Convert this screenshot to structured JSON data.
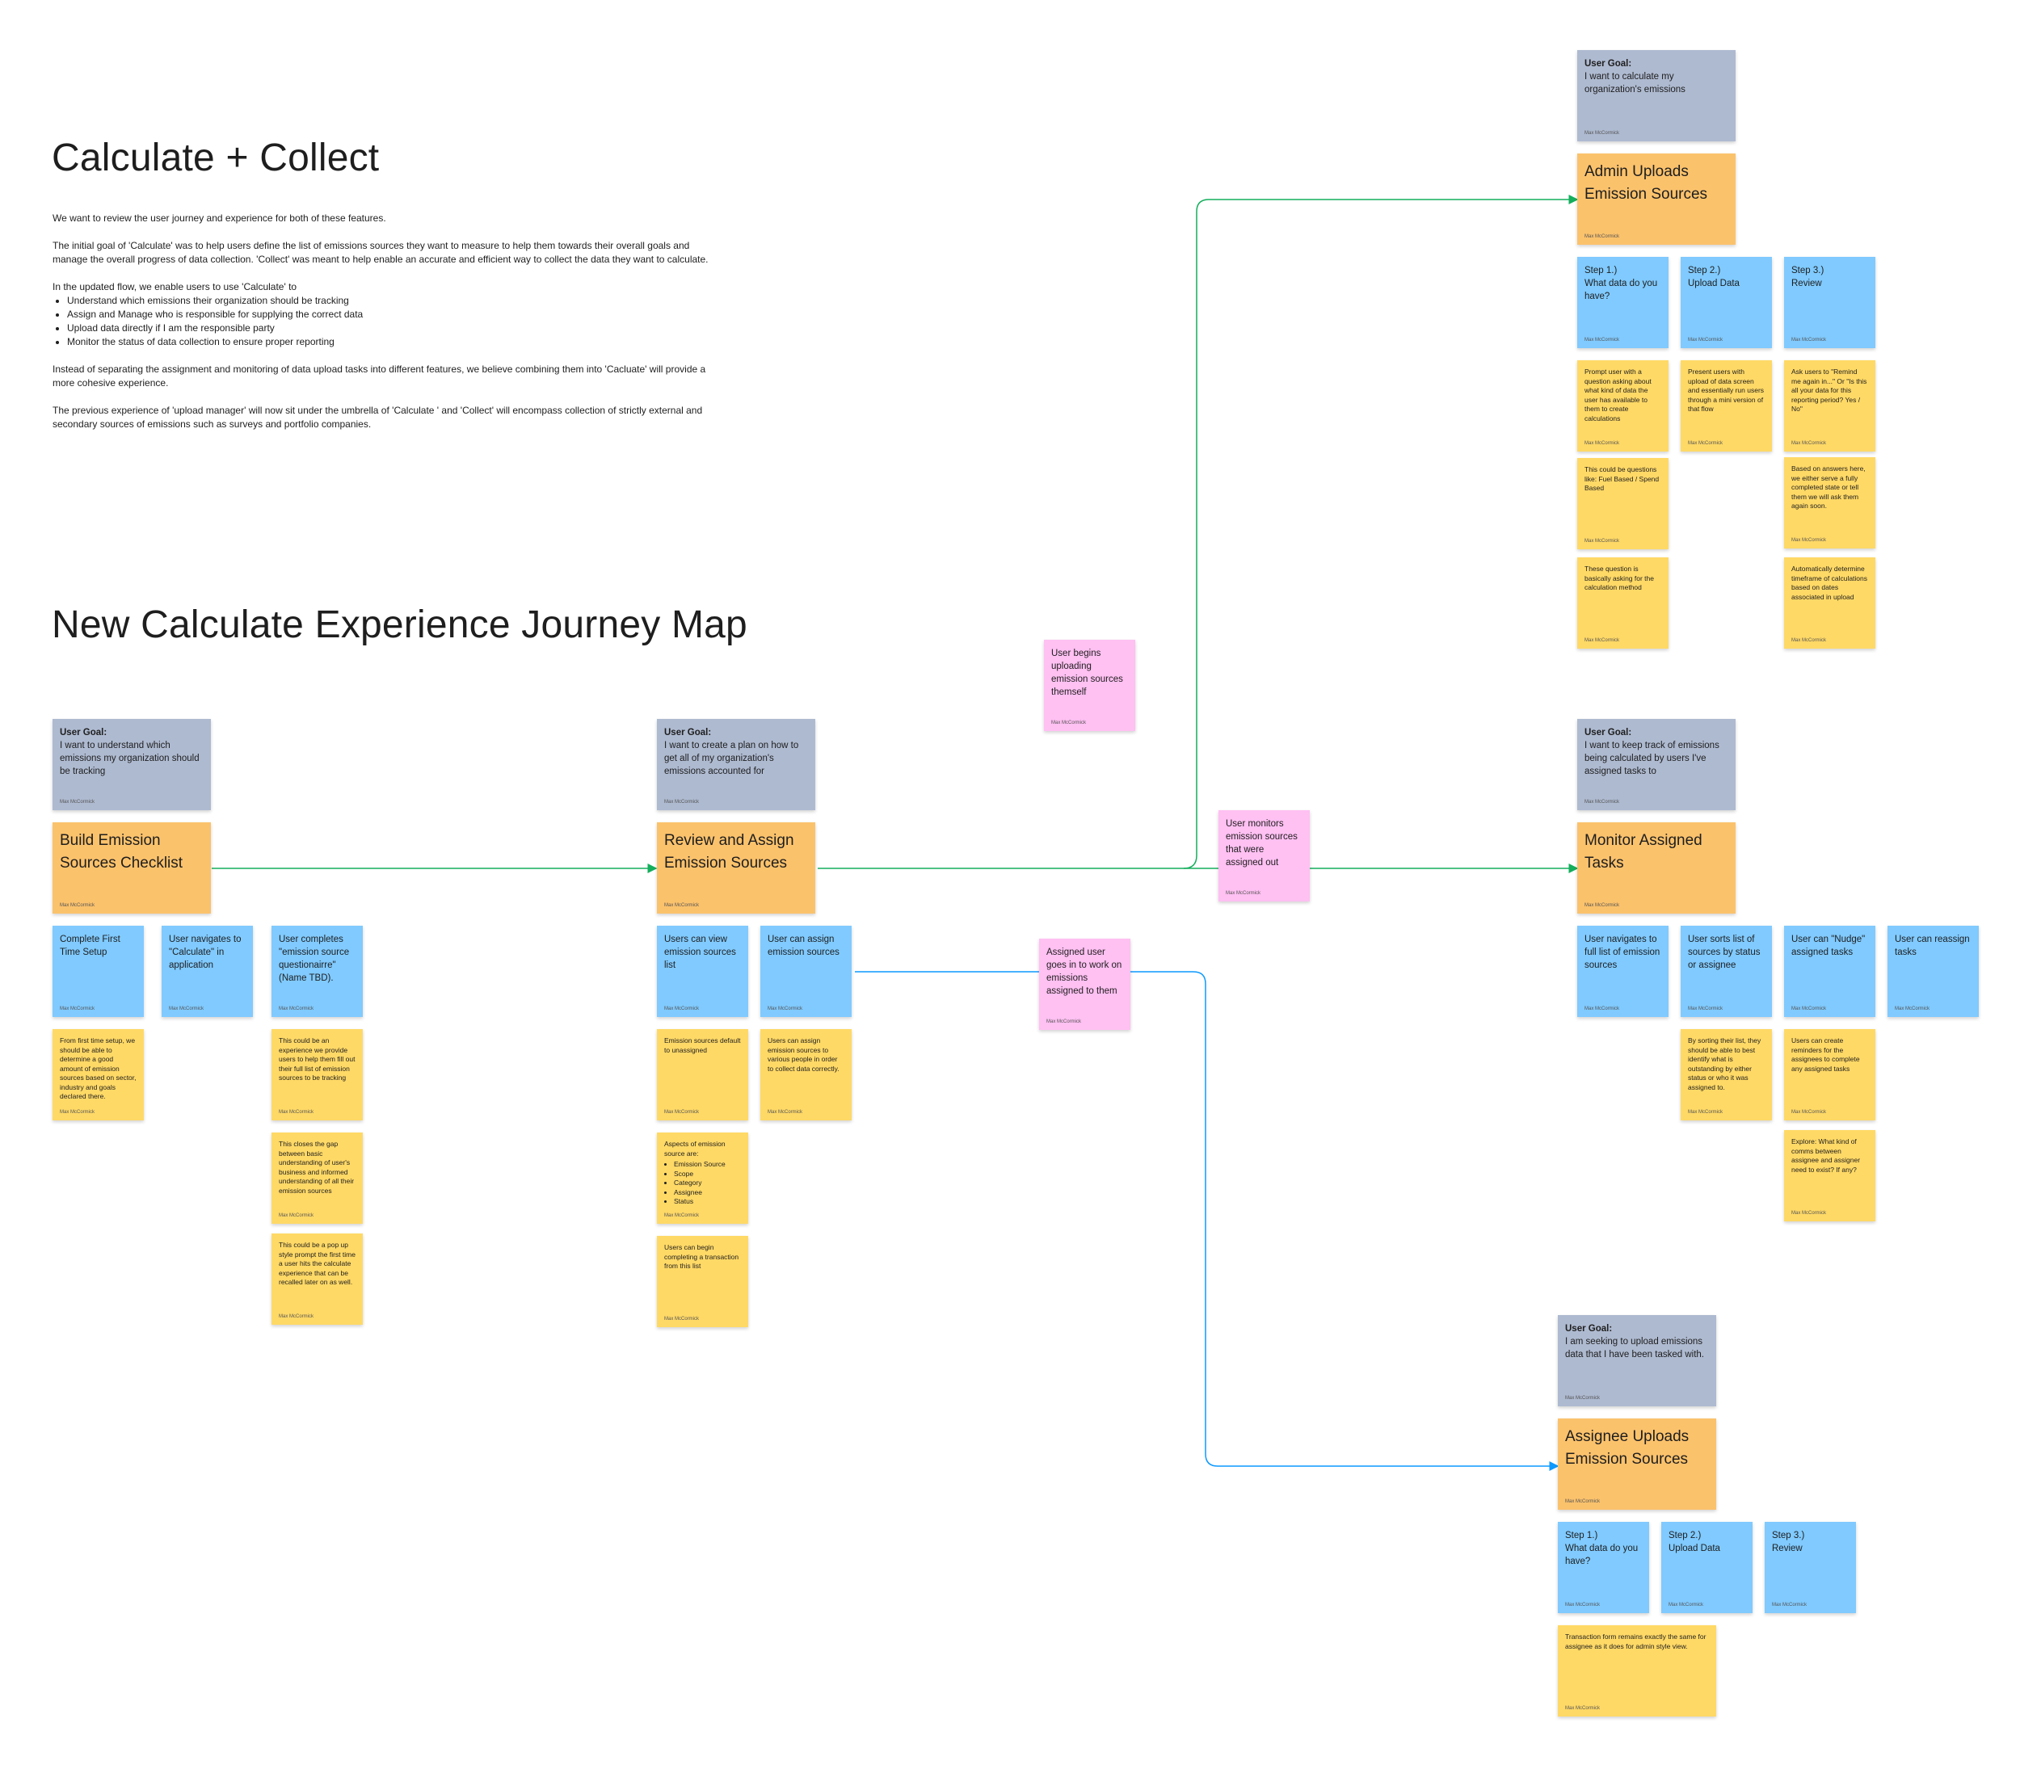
{
  "headings": {
    "main_title": "Calculate + Collect",
    "journey_title": "New Calculate Experience Journey Map"
  },
  "intro": {
    "p1": "We want to review the user journey and experience for both of these features.",
    "p2": "The initial goal of 'Calculate' was to help users define the list of emissions sources they want to measure to help them towards their overall goals and manage the overall progress of data collection. 'Collect' was meant to help enable an accurate and efficient way to collect the data they want to calculate.",
    "p3": "In the updated flow, we enable users to use 'Calculate' to",
    "bullets": [
      "Understand which emissions their organization should be tracking",
      "Assign and Manage who is responsible for supplying the correct data",
      "Upload data directly if I am the responsible party",
      "Monitor the status of data collection to ensure proper reporting"
    ],
    "p4": "Instead of separating the assignment and monitoring of data upload tasks into different features, we believe combining them into 'Cacluate' will provide a more cohesive experience.",
    "p5": "The previous experience of 'upload manager' will now sit under the umbrella of 'Calculate ' and 'Collect' will encompass collection of strictly external and secondary sources of emissions such as surveys and portfolio companies."
  },
  "author": "Max McCormick",
  "goal_label": "User Goal:",
  "goals": {
    "build": "I want to understand which emissions my organization should be tracking",
    "review": "I want to create a plan on how to get all of my organization's emissions accounted for",
    "admin": "I want to calculate my organization's emissions",
    "monitor": "I want to keep track of emissions being calculated by users I've assigned tasks to",
    "assignee": "I am seeking to upload emissions data that I have been tasked with."
  },
  "stages": {
    "build": "Build Emission Sources Checklist",
    "review": "Review and Assign Emission Sources",
    "admin": "Admin Uploads Emission Sources",
    "monitor": "Monitor Assigned Tasks",
    "assignee": "Assignee Uploads Emission Sources"
  },
  "pink": {
    "self": "User begins uploading emission sources themself",
    "monitors": "User monitors emission sources that were assigned out",
    "assigned": "Assigned user goes in to work on emissions assigned to them"
  },
  "build_steps": [
    "Complete First Time Setup",
    "User navigates to \"Calculate\" in application",
    "User completes \"emission source questionairre\" (Name TBD)."
  ],
  "build_notes": {
    "first": "From first time setup, we should be able to determine a good amount of emission sources based on sector, industry and goals declared there.",
    "q1": "This could be an experience we provide users to help them fill out their full list of emission sources to be tracking",
    "q2": "This closes the gap between basic understanding of user's business and informed understanding of all their emission sources",
    "q3": "This could be a pop up style prompt the first time a user hits the calculate experience that can be recalled later on as well."
  },
  "review_steps": [
    "Users can view emission sources list",
    "User can assign emission sources"
  ],
  "review_notes": {
    "view1": "Emission sources default to unassigned",
    "view2_intro": "Aspects of emission source are:",
    "view2_items": [
      "Emission Source",
      "Scope",
      "Category",
      "Assignee",
      "Status"
    ],
    "view3": "Users can begin completing a transaction from this list",
    "assign1": "Users can assign emission sources to various people in order to collect data correctly."
  },
  "admin_steps": [
    "Step 1.)\nWhat data do you have?",
    "Step 2.)\nUpload Data",
    "Step 3.)\nReview"
  ],
  "admin_notes": {
    "s1a": "Prompt user with a question asking about what kind of data the user has available to them to create calculations",
    "s1b": "This could be questions like: Fuel Based / Spend Based",
    "s1c": "These question is basically asking for the calculation method",
    "s2a": "Present users with upload of data screen and essentially run users through a mini version of that flow",
    "s3a": "Ask users to \"Remind me again in...\" Or \"Is this all your data for this reporting period? Yes / No\"",
    "s3b": "Based on answers here, we either serve a fully completed state or tell them we will ask them again soon.",
    "s3c": "Automatically determine timeframe of calculations based on dates associated in upload"
  },
  "monitor_steps": [
    "User navigates to full list of emission sources",
    "User sorts list of sources by status or assignee",
    "User can \"Nudge\" assigned tasks",
    "User can reassign tasks"
  ],
  "monitor_notes": {
    "sort": "By sorting their list, they should be able to best identify what is outstanding by either status or who it was assigned to.",
    "nudge1": "Users can create reminders for the assignees to complete any assigned tasks",
    "nudge2": "Explore: What kind of comms between assignee and assigner need to exist? If any?"
  },
  "assignee_steps": [
    "Step 1.)\nWhat data do you have?",
    "Step 2.)\nUpload Data",
    "Step 3.)\nReview"
  ],
  "assignee_notes": {
    "form": "Transaction form remains exactly the same for assignee as it does for admin style view."
  },
  "colors": {
    "green_connector": "#14ae5c",
    "blue_connector": "#0d99ff",
    "grey_note": "#aebad0",
    "orange_note": "#fbc26c",
    "blue_note": "#80caff",
    "yellow_note": "#ffd966",
    "pink_note": "#ffc0f2"
  }
}
